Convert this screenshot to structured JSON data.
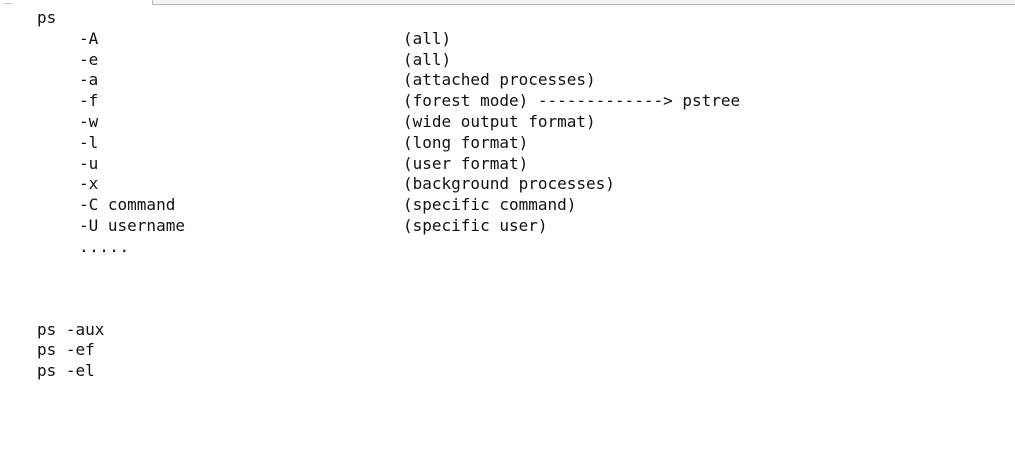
{
  "document": {
    "header_command": "ps",
    "options": [
      {
        "flag": "-A",
        "description": "(all)"
      },
      {
        "flag": "-e",
        "description": "(all)"
      },
      {
        "flag": "-a",
        "description": "(attached processes)"
      },
      {
        "flag": "-f",
        "description": "(forest mode) -------------> pstree"
      },
      {
        "flag": "-w",
        "description": "(wide output format)"
      },
      {
        "flag": "-l",
        "description": "(long format)"
      },
      {
        "flag": "-u",
        "description": "(user format)"
      },
      {
        "flag": "-x",
        "description": "(background processes)"
      },
      {
        "flag": "-C command",
        "description": "(specific command)"
      },
      {
        "flag": "-U username",
        "description": "(specific user)"
      }
    ],
    "ellipsis": ".....",
    "examples": [
      "ps -aux",
      "ps -ef",
      "ps -el"
    ]
  }
}
